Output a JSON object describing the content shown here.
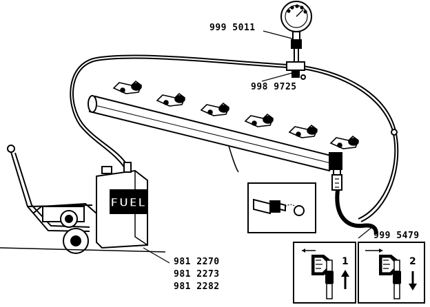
{
  "labels": {
    "gauge_tool": "999 5011",
    "adapter_tool": "998 9725",
    "hose_tool": "999 5479",
    "fuel_tank_text": "FUEL",
    "tank_tools": [
      "981 2270",
      "981 2273",
      "981 2282"
    ]
  },
  "steps": {
    "left": "1",
    "right": "2"
  }
}
